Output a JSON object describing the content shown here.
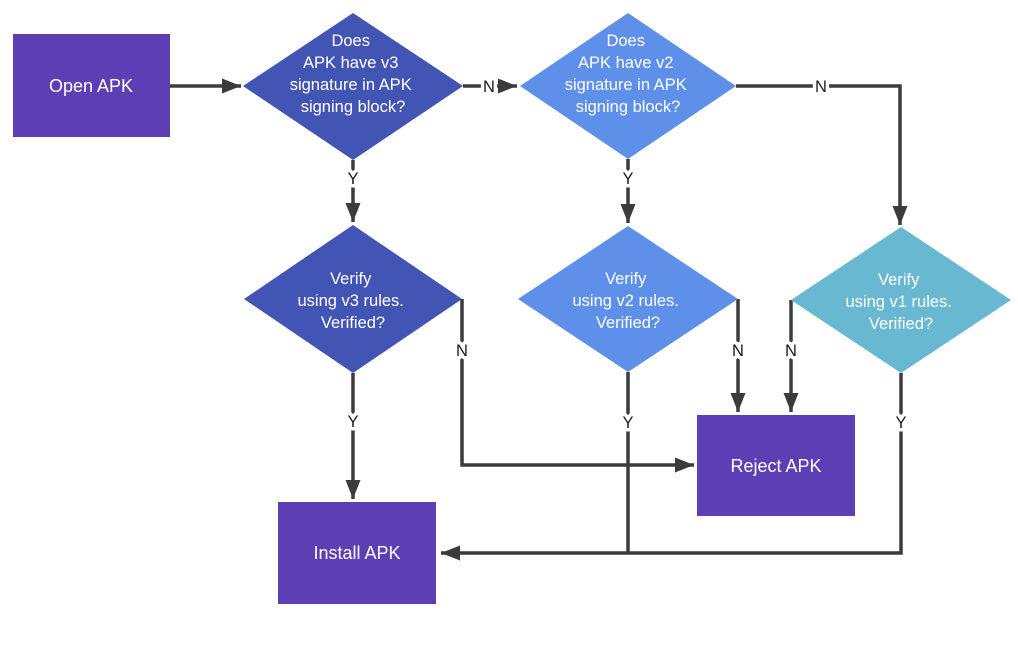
{
  "diagram": {
    "background": "#ffffff",
    "colors": {
      "process_fill": "#5d3eb5",
      "decision_v3_fill": "#4355b4",
      "decision_v2_fill": "#5e90ea",
      "decision_v1_fill": "#68b8d2",
      "arrow": "#3b3b3d",
      "node_text": "#ffffff",
      "edge_label_text": "#1a1a1a"
    },
    "nodes": {
      "open_apk": {
        "shape": "rectangle",
        "label": "Open APK"
      },
      "q_v3": {
        "shape": "diamond",
        "lines": [
          "Does",
          "APK have v3",
          "signature in APK",
          "signing block?"
        ]
      },
      "q_v2": {
        "shape": "diamond",
        "lines": [
          "Does",
          "APK have v2",
          "signature in APK",
          "signing block?"
        ]
      },
      "verify_v3": {
        "shape": "diamond",
        "lines": [
          "Verify",
          "using v3 rules.",
          "Verified?"
        ]
      },
      "verify_v2": {
        "shape": "diamond",
        "lines": [
          "Verify",
          "using v2 rules.",
          "Verified?"
        ]
      },
      "verify_v1": {
        "shape": "diamond",
        "lines": [
          "Verify",
          "using v1 rules.",
          "Verified?"
        ]
      },
      "reject_apk": {
        "shape": "rectangle",
        "label": "Reject APK"
      },
      "install_apk": {
        "shape": "rectangle",
        "label": "Install APK"
      }
    },
    "edge_labels": {
      "q_v3_no": "N",
      "q_v3_yes": "Y",
      "q_v2_no": "N",
      "q_v2_yes": "Y",
      "verify_v3_no": "N",
      "verify_v3_yes": "Y",
      "verify_v2_no": "N",
      "verify_v2_yes": "Y",
      "verify_v1_no": "N",
      "verify_v1_yes": "Y"
    }
  }
}
